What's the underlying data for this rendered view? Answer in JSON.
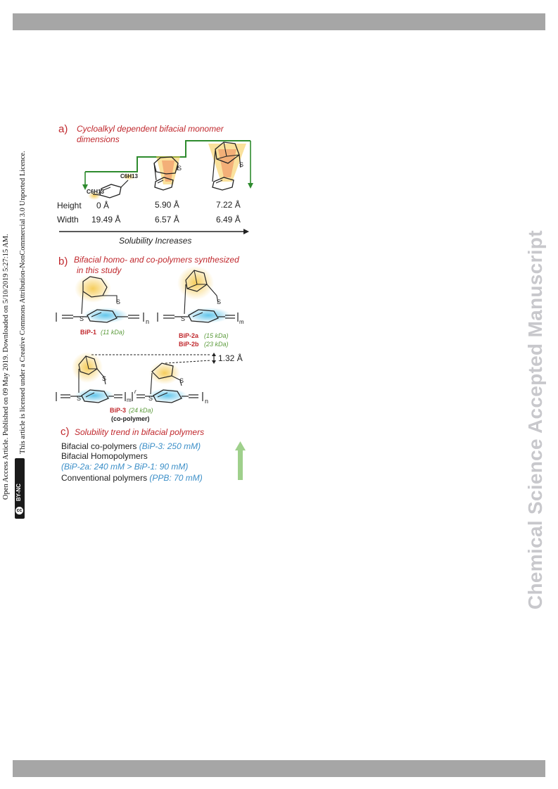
{
  "header_bar": {},
  "footer_bar": {},
  "side_stamp": {
    "line1": "Open Access Article. Published on 09 May 2019. Downloaded on 5/10/2019 5:27:15 AM.",
    "line2": "This article is licensed under a Creative Commons Attribution-NonCommercial 3.0 Unported Licence.",
    "badge_cc": "cc",
    "badge_text": "BY-NC"
  },
  "watermark": "Chemical Science Accepted Manuscript",
  "figure": {
    "panel_a": {
      "letter": "a)",
      "title_line1": "Cycloalkyl dependent bifacial monomer",
      "title_line2": "dimensions",
      "substituent_top": "C6H13",
      "substituent_bottom": "C6H13",
      "sulfur": "S",
      "row_height_label": "Height",
      "row_width_label": "Width",
      "heights": [
        "0 Å",
        "5.90 Å",
        "7.22 Å"
      ],
      "widths": [
        "19.49 Å",
        "6.57 Å",
        "6.49 Å"
      ],
      "arrow_label": "Solubility Increases"
    },
    "panel_b": {
      "letter": "b)",
      "title_line1": "Bifacial homo- and co-polymers synthesized",
      "title_line2": "in this study",
      "bip1_name": "BiP-1",
      "bip1_mw": "(11 kDa)",
      "bip2a_name": "BiP-2a",
      "bip2a_mw": "(15 kDa)",
      "bip2b_name": "BiP-2b",
      "bip2b_mw": "(23 kDa)",
      "bip3_name": "BiP-3",
      "bip3_mw": "(24 kDa)",
      "bip3_note": "(co-polymer)",
      "offset": "1.32 Å",
      "sub_n": "n",
      "sub_m": "m",
      "sub_r": "r"
    },
    "panel_c": {
      "letter": "c)",
      "title": "Solubility trend in bifacial polymers",
      "line1_black": "Bifacial co-polymers",
      "line1_blue": "(BiP-3: 250 mM)",
      "line2_black": "Bifacial Homopolymers",
      "line3_blue": "(BiP-2a: 240 mM > BiP-1: 90 mM)",
      "line4_black": "Conventional polymers",
      "line4_blue": "(PPB: 70 mM)"
    }
  },
  "colors": {
    "bar": "#a6a6a6",
    "red": "#c0282d",
    "green_line": "#2e8b2e",
    "green_arrow": "#9fd08c",
    "blue_highlight": "#5bc3ea",
    "yellow_highlight": "#f5c84a",
    "orange_cone": "#f09a6a",
    "blue_text": "#3c8fc8",
    "watermark": "#c8c8cc"
  }
}
